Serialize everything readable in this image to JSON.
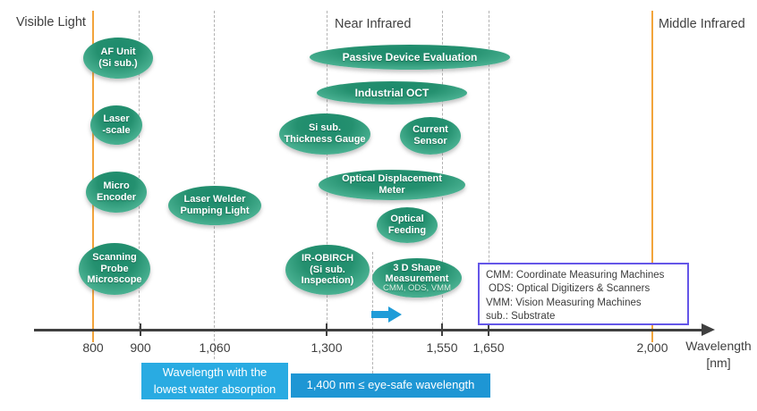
{
  "regions": {
    "visible_light": "Visible Light",
    "near_infrared": "Near Infrared",
    "middle_infrared": "Middle Infrared"
  },
  "bubbles": {
    "af_unit": {
      "lines": [
        "AF Unit",
        "(Si sub.)"
      ]
    },
    "laser_scale": {
      "lines": [
        "Laser",
        "-scale"
      ]
    },
    "micro_encoder": {
      "lines": [
        "Micro",
        "Encoder"
      ]
    },
    "scanning_probe_microscope": {
      "lines": [
        "Scanning",
        "Probe",
        "Microscope"
      ]
    },
    "laser_welder_pumping_light": {
      "lines": [
        "Laser Welder",
        "Pumping Light"
      ]
    },
    "passive_device_evaluation": {
      "lines": [
        "Passive Device Evaluation"
      ]
    },
    "industrial_oct": {
      "lines": [
        "Industrial OCT"
      ]
    },
    "si_sub_thickness_gauge": {
      "lines": [
        "Si sub.",
        "Thickness Gauge"
      ]
    },
    "current_sensor": {
      "lines": [
        "Current",
        "Sensor"
      ]
    },
    "optical_displacement_meter": {
      "lines": [
        "Optical Displacement",
        "Meter"
      ]
    },
    "optical_feeding": {
      "lines": [
        "Optical",
        "Feeding"
      ]
    },
    "ir_obirch": {
      "lines": [
        "IR-OBIRCH",
        "(Si sub.",
        "Inspection)"
      ]
    },
    "shape_measurement_3d": {
      "lines": [
        "3 D Shape",
        "Measurement"
      ],
      "subline": "CMM, ODS, VMM"
    }
  },
  "axis": {
    "tick_labels": [
      "800",
      "900",
      "1,060",
      "1,300",
      "1,550",
      "1,650",
      "2,000"
    ],
    "unit_line1": "Wavelength",
    "unit_line2": "[nm]"
  },
  "legend": {
    "lines": [
      "CMM: Coordinate Measuring Machines",
      "ODS:  Optical Digitizers & Scanners",
      "VMM:  Vision Measuring Machines",
      "sub.: Substrate"
    ]
  },
  "callouts": {
    "water_absorption_line1": "Wavelength with the",
    "water_absorption_line2": "lowest water absorption",
    "eye_safe": "1,400 nm ≤ eye-safe wavelength"
  },
  "colors": {
    "bubble_green_dark": "#1d8a6c",
    "bubble_green_light": "#7fceb8",
    "orange_line": "#f2a43b",
    "dashed_line": "#b3b3b3",
    "axis": "#404040",
    "legend_border": "#6456e8",
    "callout_blue": "#29abe2",
    "eye_safe_blue": "#1e96d4",
    "arrow_blue": "#1e9cd8"
  }
}
